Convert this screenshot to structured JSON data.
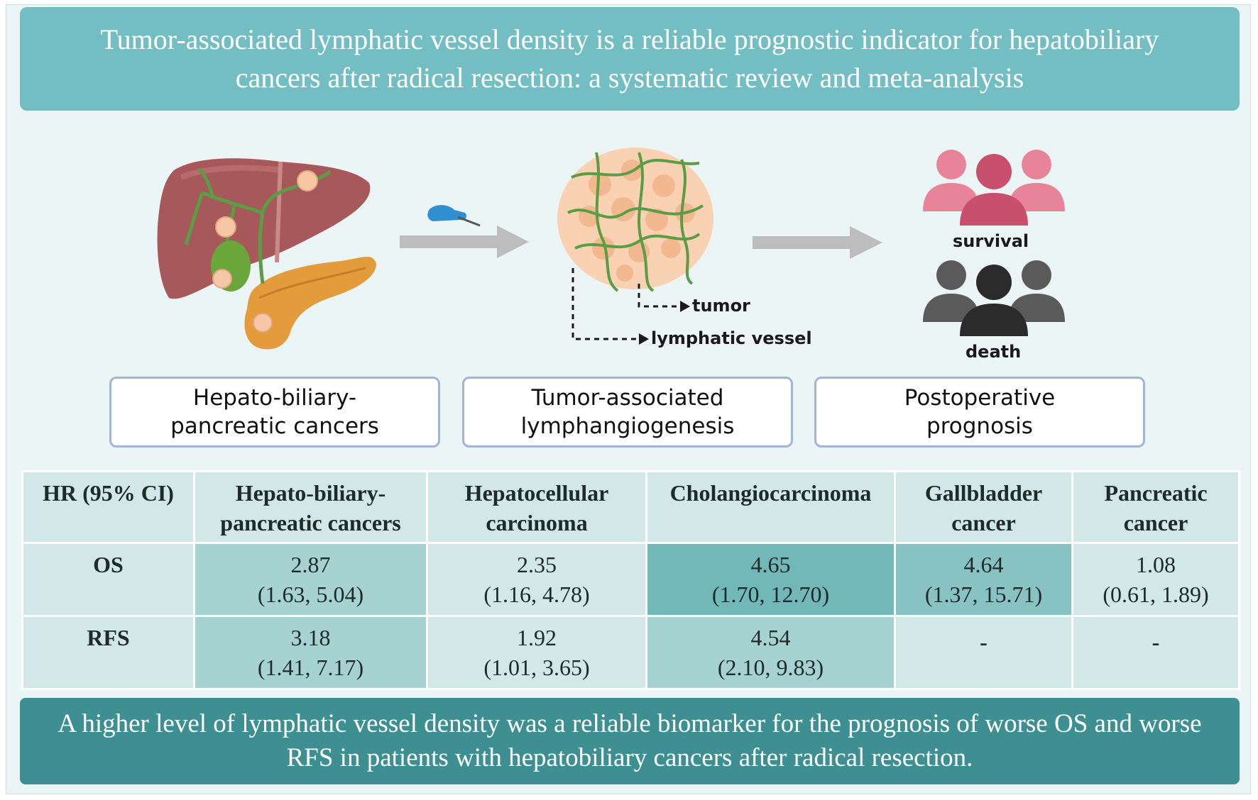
{
  "title": "Tumor-associated lymphatic vessel density is a reliable prognostic indicator for hepatobiliary cancers after radical resection: a systematic review and meta-analysis",
  "illustration": {
    "tumor_label": "tumor",
    "vessel_label": "lymphatic vessel",
    "survival_label": "survival",
    "death_label": "death",
    "colors": {
      "liver": "#a6585a",
      "pancreas": "#e39b3c",
      "vessel": "#5c9c44",
      "tumor": "#f6c7a4",
      "arrow": "#bdbdbd",
      "survival": "#c9506d",
      "death": "#2b2b2b",
      "glove": "#2f8fd0"
    }
  },
  "stages": [
    {
      "label": "Hepato-biliary- pancreatic cancers"
    },
    {
      "label": "Tumor-associated lymphangiogenesis"
    },
    {
      "label": "Postoperative prognosis"
    }
  ],
  "table": {
    "corner": "HR (95% CI)",
    "columns": [
      "Hepato-biliary- pancreatic cancers",
      "Hepatocellular carcinoma",
      "Cholangiocarcinoma",
      "Gallbladder cancer",
      "Pancreatic cancer"
    ],
    "rows": [
      {
        "name": "OS",
        "cells": [
          {
            "hr": "2.87",
            "ci": "(1.63, 5.04)"
          },
          {
            "hr": "2.35",
            "ci": "(1.16, 4.78)"
          },
          {
            "hr": "4.65",
            "ci": "(1.70, 12.70)"
          },
          {
            "hr": "4.64",
            "ci": "(1.37, 15.71)"
          },
          {
            "hr": "1.08",
            "ci": "(0.61, 1.89)"
          }
        ]
      },
      {
        "name": "RFS",
        "cells": [
          {
            "hr": "3.18",
            "ci": "(1.41, 7.17)"
          },
          {
            "hr": "1.92",
            "ci": "(1.01, 3.65)"
          },
          {
            "hr": "4.54",
            "ci": "(2.10, 9.83)"
          },
          {
            "hr": "-",
            "ci": ""
          },
          {
            "hr": "-",
            "ci": ""
          }
        ]
      }
    ]
  },
  "conclusion": "A higher level of lymphatic vessel density was a reliable biomarker for the prognosis of worse OS and worse RFS in patients with hepatobiliary cancers after radical resection."
}
